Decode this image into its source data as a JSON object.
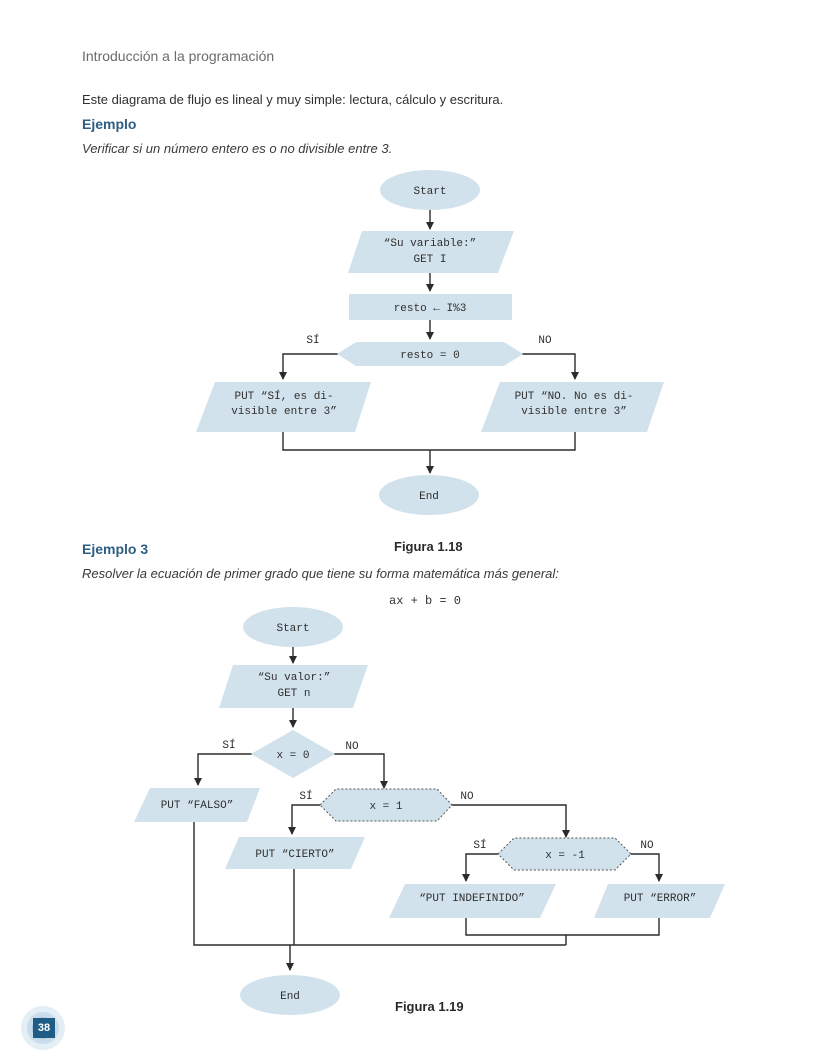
{
  "header": {
    "running_title": "Introducción a la programación"
  },
  "intro_text": "Este diagrama de flujo es lineal y muy simple: lectura, cálculo y escritura.",
  "example1": {
    "title": "Ejemplo",
    "description": "Verificar si un número entero es o no divisible entre 3.",
    "flowchart": {
      "start": "Start",
      "input_line1": "“Su variable:”",
      "input_line2": "GET I",
      "process": "resto ← I%3",
      "decision": "resto = 0",
      "yes_label": "SÍ",
      "no_label": "NO",
      "yes_output_line1": "PUT “SÍ, es di-",
      "yes_output_line2": "visible entre 3”",
      "no_output_line1": "PUT “NO. No es di-",
      "no_output_line2": "visible entre 3”",
      "end": "End"
    },
    "caption": "Figura 1.18"
  },
  "example3": {
    "title": "Ejemplo 3",
    "description": "Resolver la ecuación de primer grado que tiene su forma matemática más general:",
    "equation": "ax + b = 0",
    "flowchart": {
      "start": "Start",
      "input_line1": "“Su valor:”",
      "input_line2": "GET n",
      "decision1": "x = 0",
      "decision2": "x = 1",
      "decision3": "x = -1",
      "yes_label": "SÍ",
      "no_label": "NO",
      "output_false": "PUT “FALSO”",
      "output_true": "PUT “CIERTO”",
      "output_indef": "“PUT INDEFINIDO”",
      "output_error": "PUT “ERROR”",
      "end": "End"
    },
    "caption": "Figura 1.19"
  },
  "page_number": "38",
  "colors": {
    "shape_fill": "#d2e2ec",
    "heading_blue": "#2d5e84",
    "badge": "#1f5c86"
  }
}
